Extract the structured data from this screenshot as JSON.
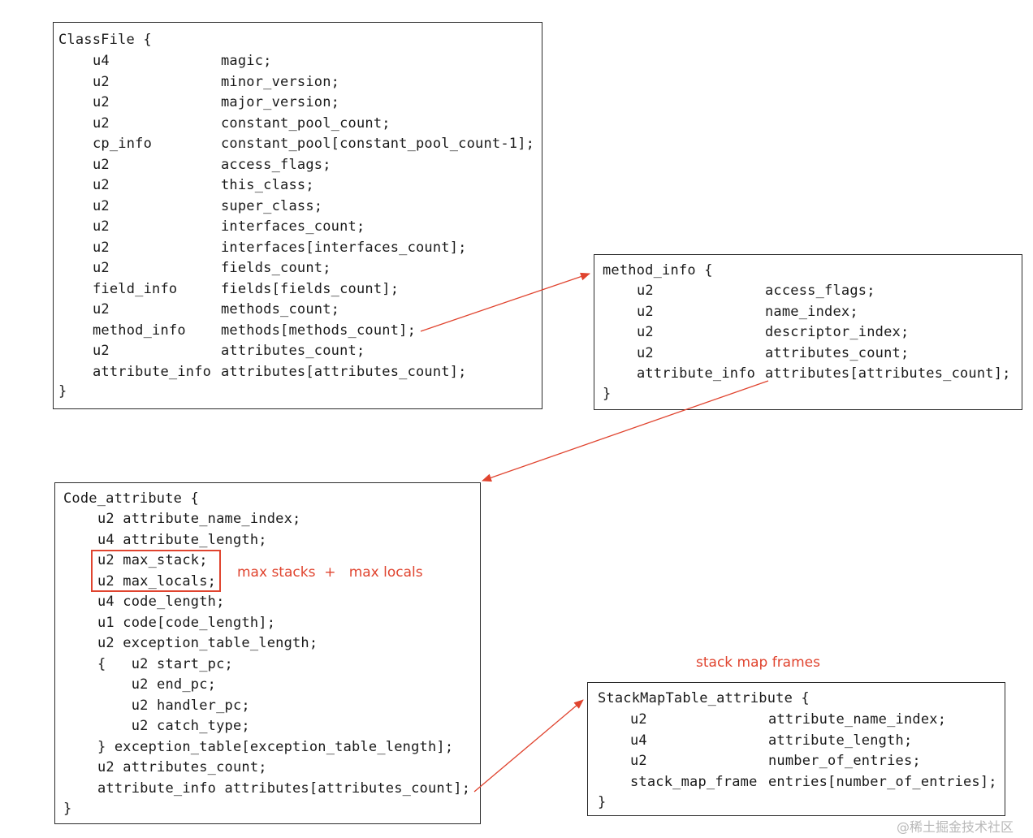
{
  "classfile": {
    "header": "ClassFile {",
    "rows": [
      {
        "type": "u4",
        "name": "magic;"
      },
      {
        "type": "u2",
        "name": "minor_version;"
      },
      {
        "type": "u2",
        "name": "major_version;"
      },
      {
        "type": "u2",
        "name": "constant_pool_count;"
      },
      {
        "type": "cp_info",
        "name": "constant_pool[constant_pool_count-1];"
      },
      {
        "type": "u2",
        "name": "access_flags;"
      },
      {
        "type": "u2",
        "name": "this_class;"
      },
      {
        "type": "u2",
        "name": "super_class;"
      },
      {
        "type": "u2",
        "name": "interfaces_count;"
      },
      {
        "type": "u2",
        "name": "interfaces[interfaces_count];"
      },
      {
        "type": "u2",
        "name": "fields_count;"
      },
      {
        "type": "field_info",
        "name": "fields[fields_count];"
      },
      {
        "type": "u2",
        "name": "methods_count;"
      },
      {
        "type": "method_info",
        "name": "methods[methods_count];"
      },
      {
        "type": "u2",
        "name": "attributes_count;"
      },
      {
        "type": "attribute_info",
        "name": "attributes[attributes_count];"
      }
    ],
    "footer": "}"
  },
  "method_info": {
    "header": "method_info {",
    "rows": [
      {
        "type": "u2",
        "name": "access_flags;"
      },
      {
        "type": "u2",
        "name": "name_index;"
      },
      {
        "type": "u2",
        "name": "descriptor_index;"
      },
      {
        "type": "u2",
        "name": "attributes_count;"
      },
      {
        "type": "attribute_info",
        "name": "attributes[attributes_count];"
      }
    ],
    "footer": "}"
  },
  "code_attribute": {
    "header": "Code_attribute {",
    "lines": [
      "u2 attribute_name_index;",
      "u4 attribute_length;",
      "u2 max_stack;",
      "u2 max_locals;",
      "u4 code_length;",
      "u1 code[code_length];",
      "u2 exception_table_length;",
      "{   u2 start_pc;",
      "    u2 end_pc;",
      "    u2 handler_pc;",
      "    u2 catch_type;",
      "} exception_table[exception_table_length];",
      "u2 attributes_count;",
      "attribute_info attributes[attributes_count];"
    ],
    "footer": "}"
  },
  "stackmap": {
    "header": "StackMapTable_attribute {",
    "rows": [
      {
        "type": "u2",
        "name": "attribute_name_index;"
      },
      {
        "type": "u4",
        "name": "attribute_length;"
      },
      {
        "type": "u2",
        "name": "number_of_entries;"
      },
      {
        "type": "stack_map_frame",
        "name": "entries[number_of_entries];"
      }
    ],
    "footer": "}"
  },
  "annotations": {
    "max_note": "max stacks  +   max locals",
    "stack_map_frames": "stack map frames"
  },
  "colors": {
    "accent": "#e0442f",
    "border": "#2b2b2b",
    "text": "#1a1a1a"
  },
  "watermark": "@稀土掘金技术社区"
}
